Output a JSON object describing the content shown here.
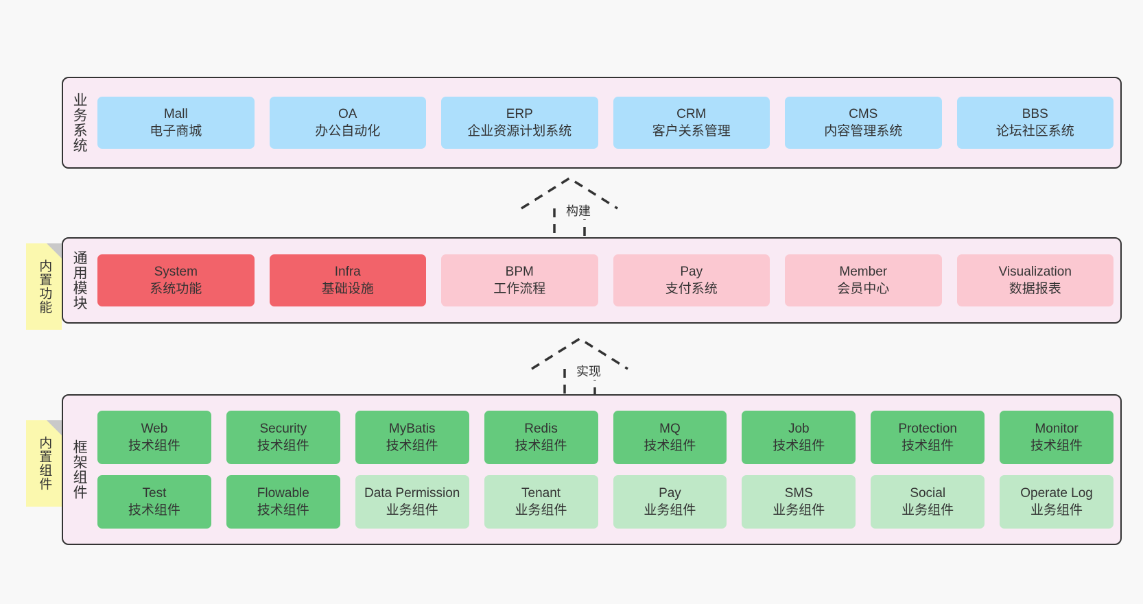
{
  "diagram": {
    "background_color": "#f8f8f8",
    "panel_color": "#f9eaf4",
    "panel_border_color": "#333333",
    "sticky_color": "#fbf8ae",
    "colors": {
      "business": "#addffc",
      "module_core": "#f2636a",
      "module_optional": "#fbc8d1",
      "tech_component": "#65ca7d",
      "business_component": "#bfe8c7"
    }
  },
  "layers": {
    "business": {
      "title": "业务系统",
      "cards": [
        {
          "en": "Mall",
          "cn": "电子商城",
          "color": "c-blue"
        },
        {
          "en": "OA",
          "cn": "办公自动化",
          "color": "c-blue"
        },
        {
          "en": "ERP",
          "cn": "企业资源计划系统",
          "color": "c-blue"
        },
        {
          "en": "CRM",
          "cn": "客户关系管理",
          "color": "c-blue"
        },
        {
          "en": "CMS",
          "cn": "内容管理系统",
          "color": "c-blue"
        },
        {
          "en": "BBS",
          "cn": "论坛社区系统",
          "color": "c-blue"
        }
      ]
    },
    "modules": {
      "title": "通用模块",
      "sticky": "内置功能",
      "cards": [
        {
          "en": "System",
          "cn": "系统功能",
          "color": "c-red"
        },
        {
          "en": "Infra",
          "cn": "基础设施",
          "color": "c-red"
        },
        {
          "en": "BPM",
          "cn": "工作流程",
          "color": "c-pink"
        },
        {
          "en": "Pay",
          "cn": "支付系统",
          "color": "c-pink"
        },
        {
          "en": "Member",
          "cn": "会员中心",
          "color": "c-pink"
        },
        {
          "en": "Visualization",
          "cn": "数据报表",
          "color": "c-pink"
        }
      ]
    },
    "framework": {
      "title": "框架组件",
      "sticky": "内置组件",
      "row1": [
        {
          "en": "Web",
          "cn": "技术组件",
          "color": "c-green"
        },
        {
          "en": "Security",
          "cn": "技术组件",
          "color": "c-green"
        },
        {
          "en": "MyBatis",
          "cn": "技术组件",
          "color": "c-green"
        },
        {
          "en": "Redis",
          "cn": "技术组件",
          "color": "c-green"
        },
        {
          "en": "MQ",
          "cn": "技术组件",
          "color": "c-green"
        },
        {
          "en": "Job",
          "cn": "技术组件",
          "color": "c-green"
        },
        {
          "en": "Protection",
          "cn": "技术组件",
          "color": "c-green"
        },
        {
          "en": "Monitor",
          "cn": "技术组件",
          "color": "c-green"
        }
      ],
      "row2": [
        {
          "en": "Test",
          "cn": "技术组件",
          "color": "c-green"
        },
        {
          "en": "Flowable",
          "cn": "技术组件",
          "color": "c-green"
        },
        {
          "en": "Data Permission",
          "cn": "业务组件",
          "color": "c-lightgreen"
        },
        {
          "en": "Tenant",
          "cn": "业务组件",
          "color": "c-lightgreen"
        },
        {
          "en": "Pay",
          "cn": "业务组件",
          "color": "c-lightgreen"
        },
        {
          "en": "SMS",
          "cn": "业务组件",
          "color": "c-lightgreen"
        },
        {
          "en": "Social",
          "cn": "业务组件",
          "color": "c-lightgreen"
        },
        {
          "en": "Operate Log",
          "cn": "业务组件",
          "color": "c-lightgreen"
        }
      ]
    }
  },
  "connectors": [
    {
      "label": "构建",
      "direction": "up",
      "style": "dashed-generalization"
    },
    {
      "label": "实现",
      "direction": "up",
      "style": "dashed-generalization"
    }
  ]
}
